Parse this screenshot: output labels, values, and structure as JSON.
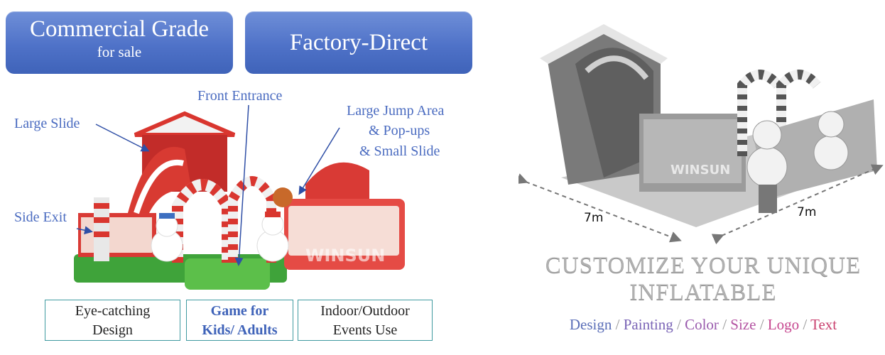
{
  "badges": {
    "commercial_title": "Commercial Grade",
    "commercial_sub": "for sale",
    "factory": "Factory-Direct"
  },
  "labels": {
    "front_entrance": "Front Entrance",
    "large_slide": "Large Slide",
    "side_exit": "Side Exit",
    "jump_line1": "Large Jump Area",
    "jump_line2": "& Pop-ups",
    "jump_line3": "& Small Slide"
  },
  "photo_left": {
    "watermark": "WINSUN"
  },
  "features": [
    {
      "line1": "Eye-catching",
      "line2": "Design"
    },
    {
      "line1": "Game for",
      "line2": "Kids/ Adults"
    },
    {
      "line1": "Indoor/Outdoor",
      "line2": "Events Use"
    }
  ],
  "photo_right": {
    "dim_left": "7m",
    "dim_right": "7m",
    "watermark": "WINSUN"
  },
  "customize": {
    "title_line1": "CUSTOMIZE YOUR UNIQUE",
    "title_line2": "INFLATABLE",
    "options": [
      {
        "text": "Design",
        "color": "#5b6fb8"
      },
      {
        "text": "Painting",
        "color": "#7a64b6"
      },
      {
        "text": "Color",
        "color": "#9a5cae"
      },
      {
        "text": "Size",
        "color": "#b453a2"
      },
      {
        "text": "Logo",
        "color": "#c6468f"
      },
      {
        "text": "Text",
        "color": "#c9406e"
      }
    ],
    "separator": " / "
  },
  "colors": {
    "badge_blue": "#4f72c8",
    "label_blue": "#4a6bc0",
    "feature_border": "#3f9aa0"
  }
}
